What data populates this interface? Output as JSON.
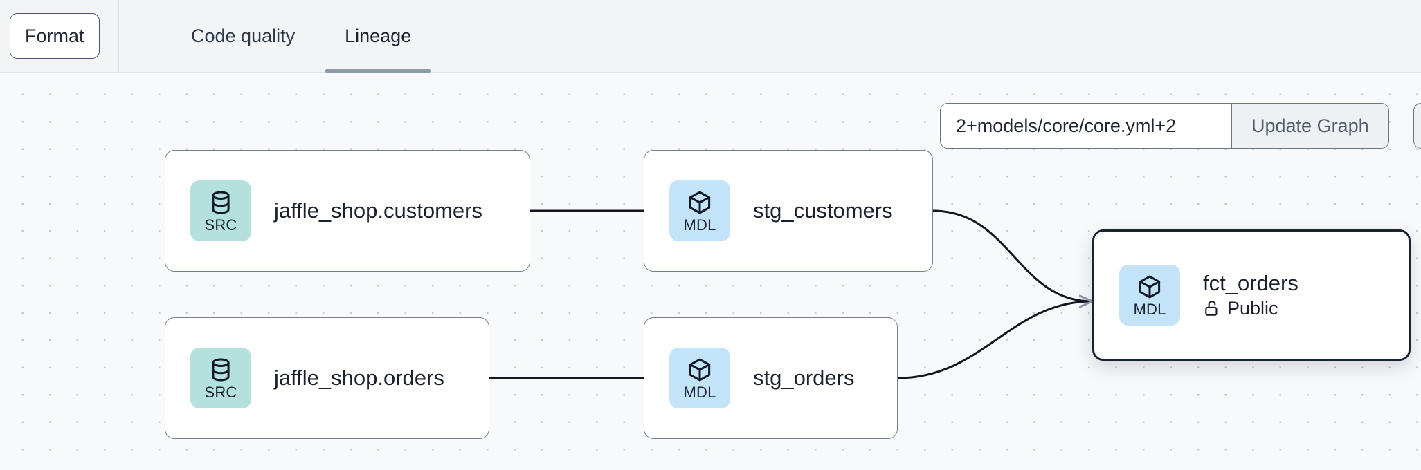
{
  "toolbar": {
    "format_label": "Format",
    "tabs": [
      {
        "label": "Code quality",
        "active": false
      },
      {
        "label": "Lineage",
        "active": true
      }
    ]
  },
  "graph_controls": {
    "selector_value": "2+models/core/core.yml+2",
    "selector_placeholder": "2+models/core/core.yml+2",
    "update_button_label": "Update Graph"
  },
  "lineage": {
    "nodes": [
      {
        "id": "jaffle_shop_customers",
        "badge_type": "SRC",
        "badge_icon": "database-icon",
        "title": "jaffle_shop.customers",
        "subtitle": null,
        "subtitle_icon": null,
        "selected": false
      },
      {
        "id": "stg_customers",
        "badge_type": "MDL",
        "badge_icon": "cube-icon",
        "title": "stg_customers",
        "subtitle": null,
        "subtitle_icon": null,
        "selected": false
      },
      {
        "id": "jaffle_shop_orders",
        "badge_type": "SRC",
        "badge_icon": "database-icon",
        "title": "jaffle_shop.orders",
        "subtitle": null,
        "subtitle_icon": null,
        "selected": false
      },
      {
        "id": "stg_orders",
        "badge_type": "MDL",
        "badge_icon": "cube-icon",
        "title": "stg_orders",
        "subtitle": null,
        "subtitle_icon": null,
        "selected": false
      },
      {
        "id": "fct_orders",
        "badge_type": "MDL",
        "badge_icon": "cube-icon",
        "title": "fct_orders",
        "subtitle": "Public",
        "subtitle_icon": "unlock-icon",
        "selected": true
      }
    ],
    "edges": [
      {
        "from": "jaffle_shop_customers",
        "to": "stg_customers"
      },
      {
        "from": "jaffle_shop_orders",
        "to": "stg_orders"
      },
      {
        "from": "stg_customers",
        "to": "fct_orders"
      },
      {
        "from": "stg_orders",
        "to": "fct_orders"
      }
    ]
  },
  "colors": {
    "src_badge": "#b4e0dd",
    "mdl_badge": "#c3e4f8",
    "node_border": "#757f92",
    "selected_border": "#1a2333",
    "canvas_bg": "#f7f9fb",
    "toolbar_bg": "#f2f4f6",
    "tab_underline": "#8e99ab"
  }
}
